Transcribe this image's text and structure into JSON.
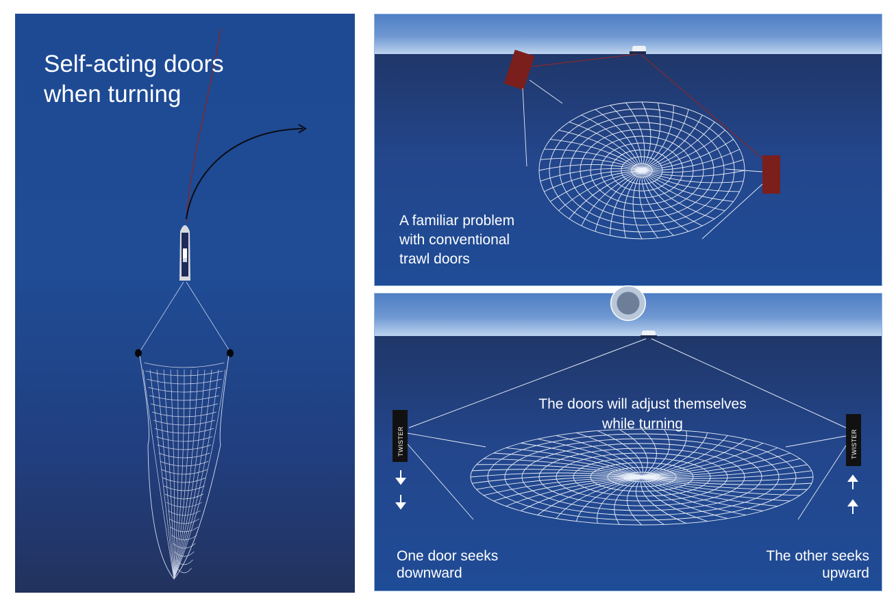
{
  "left_panel": {
    "title_line1": "Self-acting doors",
    "title_line2": "when turning"
  },
  "top_panel": {
    "caption_line1": "A familiar problem",
    "caption_line2": "with conventional",
    "caption_line3": "trawl doors"
  },
  "bottom_panel": {
    "center_line1": "The doors will adjust themselves",
    "center_line2": "while turning",
    "left_caption_line1": "One door seeks",
    "left_caption_line2": "downward",
    "right_caption_line1": "The other seeks",
    "right_caption_line2": "upward",
    "door_label": "TWISTER"
  },
  "colors": {
    "deep_blue": "#1f4c95",
    "door_red": "#7a1f1c",
    "door_black": "#111111",
    "net_white": "#ffffff"
  }
}
